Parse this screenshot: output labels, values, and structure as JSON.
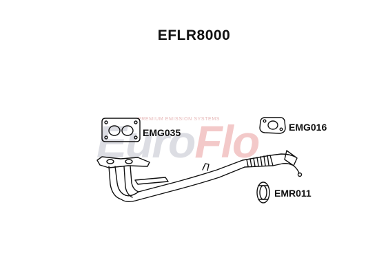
{
  "title": "EFLR8000",
  "watermark": {
    "brand_main": "Euro",
    "brand_accent": "Flo",
    "tagline": "PREMIUM EMISSION SYSTEMS"
  },
  "parts": [
    {
      "code": "EMG035"
    },
    {
      "code": "EMG016"
    },
    {
      "code": "EMR011"
    }
  ],
  "colors": {
    "outline": "#111111",
    "watermark_grey": "#dcdde3",
    "watermark_red": "#f3c9c9"
  }
}
